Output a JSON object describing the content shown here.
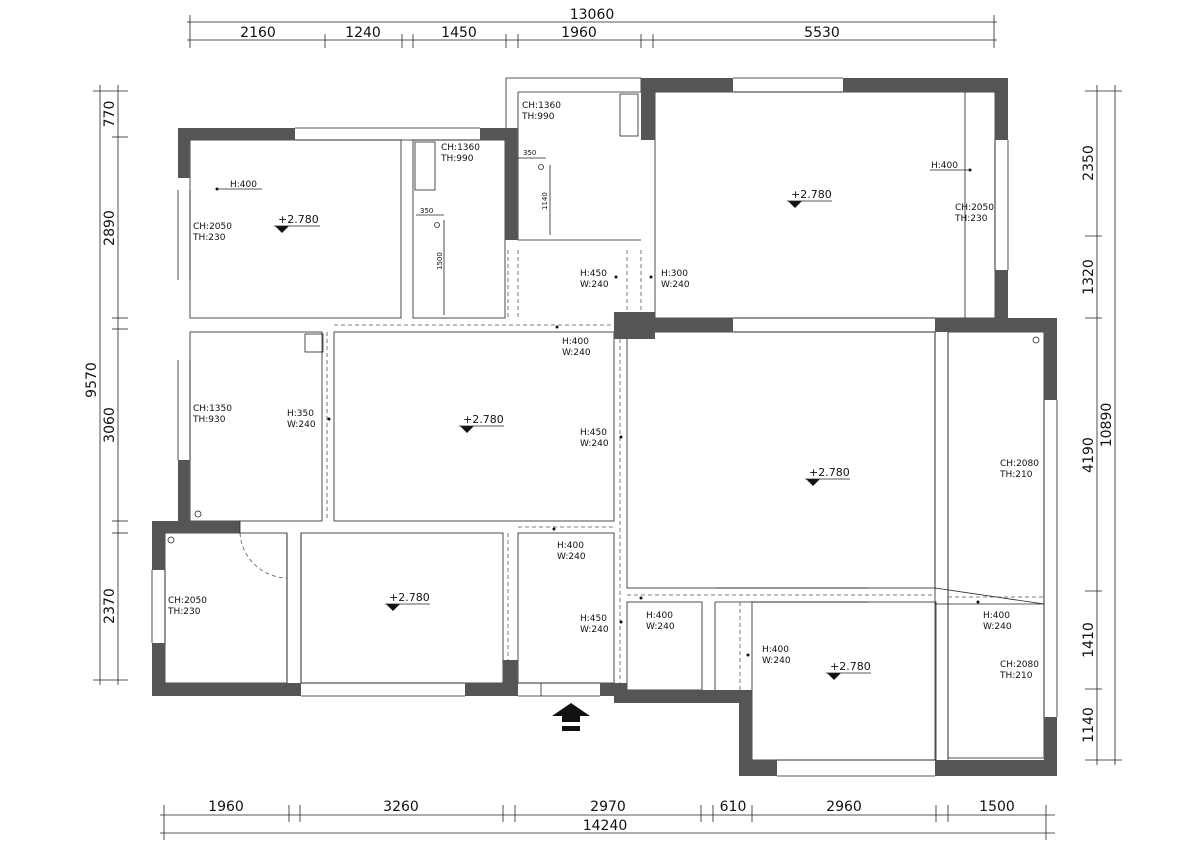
{
  "top_dims": {
    "total": "13060",
    "segments": [
      "2160",
      "1240",
      "1450",
      "1960",
      "5530"
    ]
  },
  "bottom_dims": {
    "total": "14240",
    "segments": [
      "1960",
      "3260",
      "2970",
      "610",
      "2960",
      "1500"
    ]
  },
  "left_dims": {
    "total": "9570",
    "segments": [
      "770",
      "2890",
      "3060",
      "2370"
    ]
  },
  "right_dims": {
    "total": "10890",
    "segments": [
      "2350",
      "1320",
      "4190",
      "1410",
      "1140"
    ]
  },
  "elevations": {
    "bedroom_nw": "+2.780",
    "bedroom_ne": "+2.780",
    "living": "+2.780",
    "dining": "+2.780",
    "bedroom_sw": "+2.780",
    "bedroom_se": "+2.780"
  },
  "window_notes": {
    "bedroom_nw": [
      "CH:2050",
      "TH:230"
    ],
    "bath_1": [
      "CH:1360",
      "TH:990"
    ],
    "bath_2": [
      "CH:1360",
      "TH:990"
    ],
    "bedroom_ne": [
      "CH:2050",
      "TH:230"
    ],
    "study": [
      "CH:1350",
      "TH:930"
    ],
    "bedroom_sw": [
      "CH:2050",
      "TH:230"
    ],
    "balcony_upper": [
      "CH:2080",
      "TH:210"
    ],
    "balcony_lower": [
      "CH:2080",
      "TH:210"
    ]
  },
  "opening_notes": {
    "h400_nw": "H:400",
    "h400_ne": "H:400",
    "corridor_left": [
      "H:450",
      "W:240"
    ],
    "corridor_right": [
      "H:300",
      "W:240"
    ],
    "hall_top": [
      "H:400",
      "W:240"
    ],
    "study_door": [
      "H:350",
      "W:240"
    ],
    "living_right": [
      "H:450",
      "W:240"
    ],
    "living_bottom": [
      "H:400",
      "W:240"
    ],
    "entry": [
      "H:450",
      "W:240"
    ],
    "kitchen": [
      "H:400",
      "W:240"
    ],
    "bedroom_se": [
      "H:400",
      "W:240"
    ],
    "balcony_low": [
      "H:400",
      "W:240"
    ]
  },
  "small_dims": {
    "bath1_w": "350",
    "bath1_h": "1500",
    "bath2_w": "350",
    "bath2_h": "1140"
  },
  "entry_arrow": "up-arrow-icon"
}
